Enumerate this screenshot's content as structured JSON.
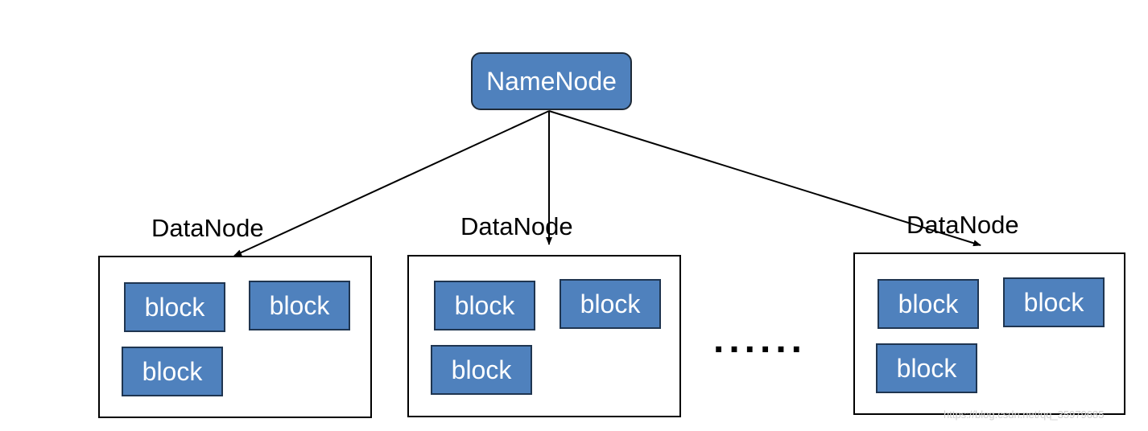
{
  "namenode": {
    "label": "NameNode"
  },
  "datanodes": [
    {
      "label": "DataNode",
      "blocks": [
        "block",
        "block",
        "block"
      ]
    },
    {
      "label": "DataNode",
      "blocks": [
        "block",
        "block",
        "block"
      ]
    },
    {
      "label": "DataNode",
      "blocks": [
        "block",
        "block",
        "block"
      ]
    }
  ],
  "ellipsis": "......",
  "watermark": "https://blog.csdn.net/qq_35979685",
  "colors": {
    "node_fill": "#4f81bd",
    "node_border": "#1f3550",
    "line": "#000000",
    "background": "#ffffff"
  }
}
